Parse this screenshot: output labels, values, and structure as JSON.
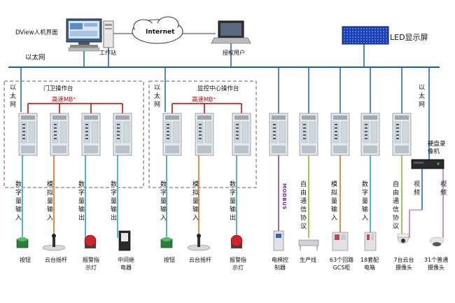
{
  "top": {
    "dview_label": "DView人机界面",
    "internet_label": "Internet",
    "workstation_label": "工作站",
    "authorized_user_label": "授权用户",
    "led_label": "LED显示屏",
    "ethernet_main_label": "以太网"
  },
  "gate_console": {
    "title": "门卫操作台",
    "ethernet_vertical": "以太网",
    "bus_label": "高速MB⁺",
    "channels": [
      "数字量输入",
      "模拟量输入",
      "数字量输出",
      "数字量输出"
    ]
  },
  "monitor_console": {
    "title": "监控中心操作台",
    "ethernet_vertical": "以太网",
    "bus_label": "高速MB⁺",
    "channels": [
      "数字量输入",
      "模拟量输入",
      "数字量输出"
    ]
  },
  "standalone": {
    "modbus_label": "MODBUS",
    "channels": [
      "自由通信协议",
      "模拟量输入",
      "数字量输入",
      "自由通信协议"
    ],
    "ethernet_vertical": "以太网",
    "dvr_label": "硬盘录像机",
    "video_labels": [
      "视频",
      "视频"
    ]
  },
  "devices": [
    "按钮",
    "云台摇杆",
    "报警指示灯",
    "中间继电器",
    "按钮",
    "云台摇杆",
    "报警指示灯",
    "电梯控制器",
    "生产线",
    "63个回路GCS柜",
    "18套配电箱",
    "7台云台摄像头",
    "31个普通摄像头"
  ],
  "colors": {
    "ethernet": "#1a5fb4",
    "red_bus": "#c00000",
    "digital_in": "#2aa3b8",
    "analog_in": "#e0701c",
    "digital_out": "#2aa3b8",
    "modbus": "#7b3fa8",
    "freecomm": "#8bb832",
    "video": "#c07ab0"
  }
}
